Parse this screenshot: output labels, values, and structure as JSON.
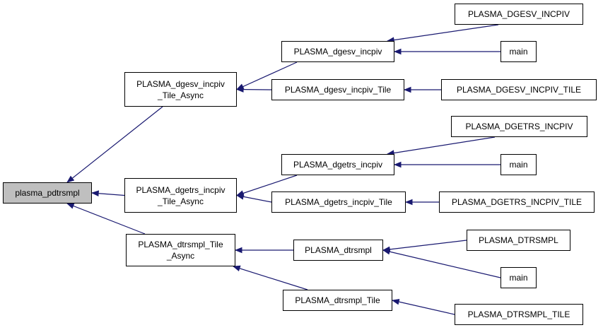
{
  "diagram": {
    "type": "doxygen-caller-graph",
    "edge_color": "#191970",
    "nodes": [
      {
        "id": "root",
        "lines": [
          "plasma_pdtrsmpl"
        ],
        "fill": "#bfbfbf"
      },
      {
        "id": "n1",
        "lines": [
          "PLASMA_dgesv_incpiv",
          "_Tile_Async"
        ]
      },
      {
        "id": "n2",
        "lines": [
          "PLASMA_dgetrs_incpiv",
          "_Tile_Async"
        ]
      },
      {
        "id": "n3",
        "lines": [
          "PLASMA_dtrsmpl_Tile",
          "_Async"
        ]
      },
      {
        "id": "n4",
        "lines": [
          "PLASMA_dgesv_incpiv"
        ]
      },
      {
        "id": "n5",
        "lines": [
          "PLASMA_dgesv_incpiv_Tile"
        ]
      },
      {
        "id": "n6",
        "lines": [
          "PLASMA_dgetrs_incpiv"
        ]
      },
      {
        "id": "n7",
        "lines": [
          "PLASMA_dgetrs_incpiv_Tile"
        ]
      },
      {
        "id": "n8",
        "lines": [
          "PLASMA_dtrsmpl"
        ]
      },
      {
        "id": "n9",
        "lines": [
          "PLASMA_dtrsmpl_Tile"
        ]
      },
      {
        "id": "n10",
        "lines": [
          "PLASMA_DGESV_INCPIV"
        ]
      },
      {
        "id": "n11",
        "lines": [
          "main"
        ]
      },
      {
        "id": "n12",
        "lines": [
          "PLASMA_DGESV_INCPIV_TILE"
        ]
      },
      {
        "id": "n13",
        "lines": [
          "PLASMA_DGETRS_INCPIV"
        ]
      },
      {
        "id": "n14",
        "lines": [
          "main"
        ]
      },
      {
        "id": "n15",
        "lines": [
          "PLASMA_DGETRS_INCPIV_TILE"
        ]
      },
      {
        "id": "n16",
        "lines": [
          "PLASMA_DTRSMPL"
        ]
      },
      {
        "id": "n17",
        "lines": [
          "main"
        ]
      },
      {
        "id": "n18",
        "lines": [
          "PLASMA_DTRSMPL_TILE"
        ]
      }
    ],
    "edges": [
      {
        "from": "n1",
        "to": "root"
      },
      {
        "from": "n2",
        "to": "root"
      },
      {
        "from": "n3",
        "to": "root"
      },
      {
        "from": "n4",
        "to": "n1"
      },
      {
        "from": "n5",
        "to": "n1"
      },
      {
        "from": "n6",
        "to": "n2"
      },
      {
        "from": "n7",
        "to": "n2"
      },
      {
        "from": "n8",
        "to": "n3"
      },
      {
        "from": "n9",
        "to": "n3"
      },
      {
        "from": "n10",
        "to": "n4"
      },
      {
        "from": "n11",
        "to": "n4"
      },
      {
        "from": "n12",
        "to": "n5"
      },
      {
        "from": "n13",
        "to": "n6"
      },
      {
        "from": "n14",
        "to": "n6"
      },
      {
        "from": "n15",
        "to": "n7"
      },
      {
        "from": "n16",
        "to": "n8"
      },
      {
        "from": "n17",
        "to": "n8"
      },
      {
        "from": "n18",
        "to": "n9"
      }
    ]
  }
}
